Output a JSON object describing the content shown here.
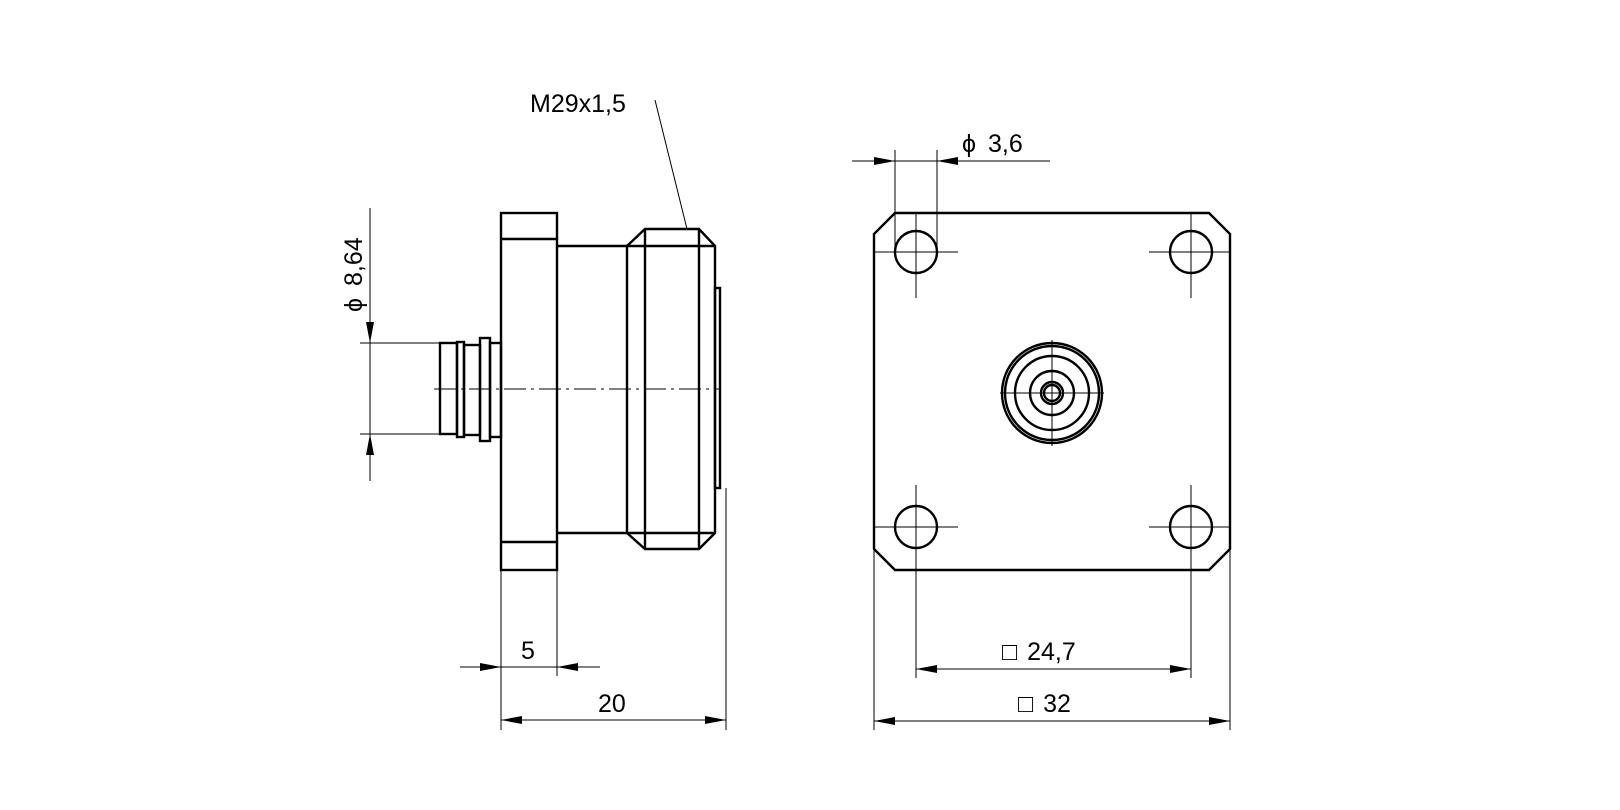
{
  "side_view": {
    "thread_label": "M29x1,5",
    "pin_diameter_label": "8,64",
    "flange_thickness_label": "5",
    "overall_length_label": "20"
  },
  "front_view": {
    "hole_diameter_label": "3,6",
    "hole_spacing_label": "24,7",
    "flange_size_label": "32"
  },
  "symbols": {
    "diameter": "ϕ",
    "square": "□"
  }
}
